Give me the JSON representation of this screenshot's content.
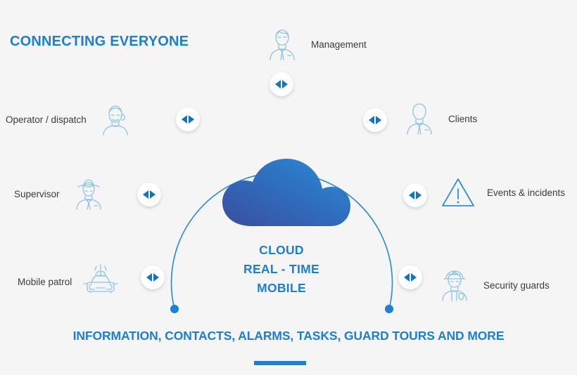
{
  "headline": "CONNECTING EVERYONE",
  "center": {
    "icon": "cloud-icon",
    "line1": "CLOUD",
    "line2": "REAL - TIME",
    "line3": "MOBILE"
  },
  "bottom": {
    "banner": "INFORMATION, CONTACTS, ALARMS, TASKS, GUARD TOURS AND MORE",
    "rule": "accent-rule"
  },
  "colors": {
    "accent_blue": "#1b7fd4",
    "node_arrow_blue": "#1274bc",
    "arc_line": "#2f8fd6",
    "icon_outline": "#8dc3e8",
    "label_text": "#3b3b3b",
    "background": "#f5f5f5",
    "cloud_gradient_from": "#2f8fd6",
    "cloud_gradient_to": "#3b4e9e"
  },
  "spokes": [
    {
      "id": "management",
      "label": "Management",
      "icon": "businessman-icon",
      "side": "right"
    },
    {
      "id": "clients",
      "label": "Clients",
      "icon": "person-suit-icon",
      "side": "right"
    },
    {
      "id": "events-incidents",
      "label": "Events &  incidents",
      "icon": "warning-triangle-icon",
      "side": "right"
    },
    {
      "id": "security-guards",
      "label": "Security guards",
      "icon": "guard-officer-icon",
      "side": "right"
    },
    {
      "id": "operator-dispatch",
      "label": "Operator /  dispatch",
      "icon": "headset-operator-icon",
      "side": "left"
    },
    {
      "id": "supervisor",
      "label": "Supervisor",
      "icon": "detective-hat-icon",
      "side": "left"
    },
    {
      "id": "mobile-patrol",
      "label": "Mobile patrol",
      "icon": "patrol-car-icon",
      "side": "left"
    }
  ],
  "nodes": [
    {
      "id": "node-top",
      "icon": "bidirectional-arrow-icon"
    },
    {
      "id": "node-upper-left",
      "icon": "bidirectional-arrow-icon"
    },
    {
      "id": "node-upper-right",
      "icon": "bidirectional-arrow-icon"
    },
    {
      "id": "node-mid-left",
      "icon": "bidirectional-arrow-icon"
    },
    {
      "id": "node-mid-right",
      "icon": "bidirectional-arrow-icon"
    },
    {
      "id": "node-lower-left",
      "icon": "bidirectional-arrow-icon"
    },
    {
      "id": "node-lower-right",
      "icon": "bidirectional-arrow-icon"
    }
  ],
  "arc": {
    "endpoint_left": "arc-endpoint-dot",
    "endpoint_right": "arc-endpoint-dot"
  }
}
